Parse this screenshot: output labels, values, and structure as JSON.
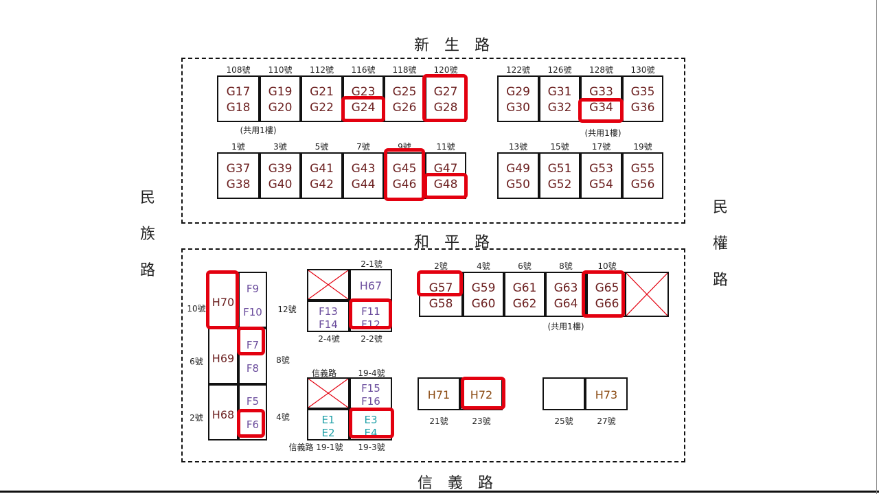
{
  "colors": {
    "unit_dark": "#6b1f1f",
    "unit_purple": "#6a4c9c",
    "unit_teal": "#1fa0a8",
    "unit_brown": "#8a4a12",
    "highlight": "#e3000f"
  },
  "roads": {
    "top": "新　生　路",
    "middle": "和　平　路",
    "bottom": "信　義　路",
    "left": [
      "民",
      "族",
      "路"
    ],
    "right": [
      "民",
      "權",
      "路"
    ]
  },
  "top_zone": {
    "row1_left": {
      "addresses": [
        "108號",
        "110號",
        "112號",
        "116號",
        "118號",
        "120號"
      ],
      "units": [
        [
          "G17",
          "G18"
        ],
        [
          "G19",
          "G20"
        ],
        [
          "G21",
          "G22"
        ],
        [
          "G23",
          "G24"
        ],
        [
          "G25",
          "G26"
        ],
        [
          "G27",
          "G28"
        ]
      ],
      "note": "(共用1樓)"
    },
    "row1_right": {
      "addresses": [
        "122號",
        "126號",
        "128號",
        "130號"
      ],
      "units": [
        [
          "G29",
          "G30"
        ],
        [
          "G31",
          "G32"
        ],
        [
          "G33",
          "G34"
        ],
        [
          "G35",
          "G36"
        ]
      ],
      "note": "(共用1樓)"
    },
    "row2_left": {
      "addresses": [
        "1號",
        "3號",
        "5號",
        "7號",
        "9號",
        "11號"
      ],
      "units": [
        [
          "G37",
          "G38"
        ],
        [
          "G39",
          "G40"
        ],
        [
          "G41",
          "G42"
        ],
        [
          "G43",
          "G44"
        ],
        [
          "G45",
          "G46"
        ],
        [
          "G47",
          "G48"
        ]
      ]
    },
    "row2_right": {
      "addresses": [
        "13號",
        "15號",
        "17號",
        "19號"
      ],
      "units": [
        [
          "G49",
          "G50"
        ],
        [
          "G51",
          "G52"
        ],
        [
          "G53",
          "G54"
        ],
        [
          "G55",
          "G56"
        ]
      ]
    }
  },
  "bottom_zone": {
    "left_block": {
      "side_labels": [
        "10號",
        "6號",
        "2號"
      ],
      "units_left": [
        "H70",
        "H69",
        "H68"
      ],
      "units_right": [
        "F9",
        "F10",
        "F7",
        "F8",
        "F5",
        "F6"
      ]
    },
    "mid_top": {
      "top_label": "2-1號",
      "left_label": "12號",
      "right_label": "8號",
      "unit_top_right": "H67",
      "units_bl": [
        "F13",
        "F14"
      ],
      "units_br": [
        "F11",
        "F12"
      ],
      "bottom_labels": [
        "2-4號",
        "2-2號"
      ]
    },
    "mid_bottom": {
      "top_labels": [
        "信義路",
        "19-4號"
      ],
      "left_label": "4號",
      "units_tr": [
        "F15",
        "F16"
      ],
      "units_bl": [
        "E1",
        "E2"
      ],
      "units_br": [
        "E3",
        "E4"
      ],
      "bottom_labels": [
        "信義路 19-1號",
        "19-3號"
      ]
    },
    "right_row": {
      "addresses": [
        "2號",
        "4號",
        "6號",
        "8號",
        "10號"
      ],
      "units": [
        [
          "G57",
          "G58"
        ],
        [
          "G59",
          "G60"
        ],
        [
          "G61",
          "G62"
        ],
        [
          "G63",
          "G64"
        ],
        [
          "G65",
          "G66"
        ]
      ],
      "note": "(共用1樓)"
    },
    "h_small_1": {
      "units": [
        "H71",
        "H72"
      ],
      "addresses": [
        "21號",
        "23號"
      ]
    },
    "h_small_2": {
      "units": [
        "",
        "H73"
      ],
      "addresses": [
        "25號",
        "27號"
      ]
    }
  }
}
